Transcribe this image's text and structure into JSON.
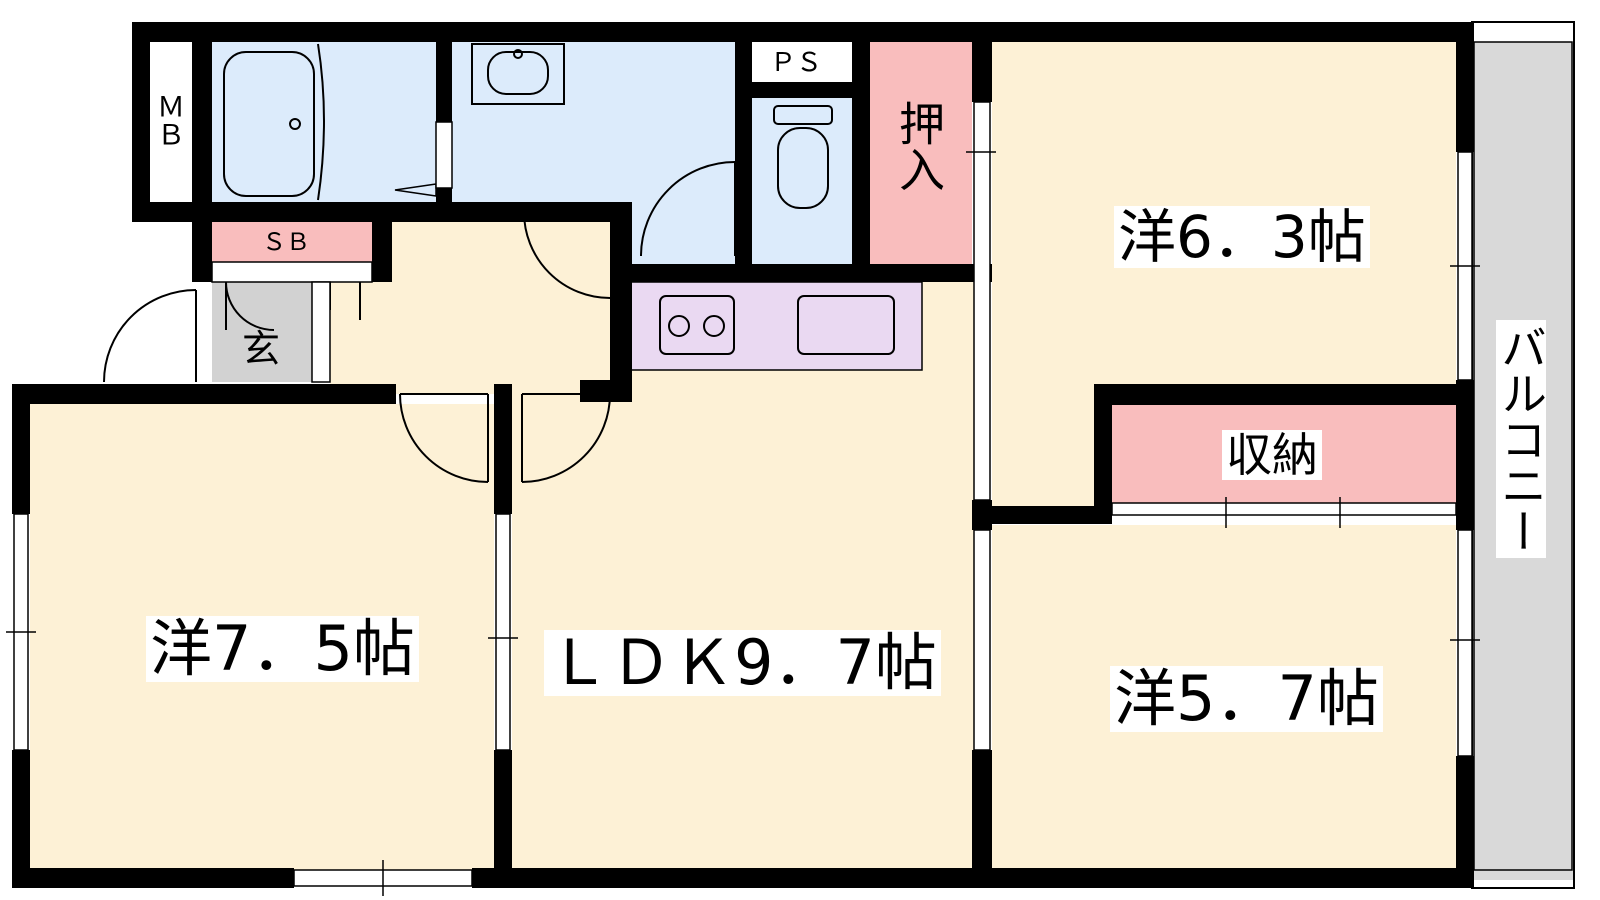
{
  "colors": {
    "wall": "#000000",
    "room_floor": "#fdf1d6",
    "wet_area": "#dcebfb",
    "storage": "#f9bdbd",
    "kitchen": "#ead9f2",
    "genkan": "#d2d2d2",
    "balcony": "#d9d9d9"
  },
  "labels": {
    "mb": "ＭＢ",
    "ps": "ＰＳ",
    "sb": "ＳＢ",
    "genkan": "玄",
    "oshiire": "押入",
    "shuno": "収納",
    "balcony": "バルコニー",
    "room_63": "洋6．3帖",
    "room_75": "洋7．5帖",
    "room_57": "洋5．7帖",
    "ldk": "ＬＤＫ9．7帖"
  },
  "icons": [
    "bathtub-icon",
    "washbasin-icon",
    "toilet-icon",
    "stove-icon",
    "sink-icon",
    "door-swing-icon"
  ]
}
